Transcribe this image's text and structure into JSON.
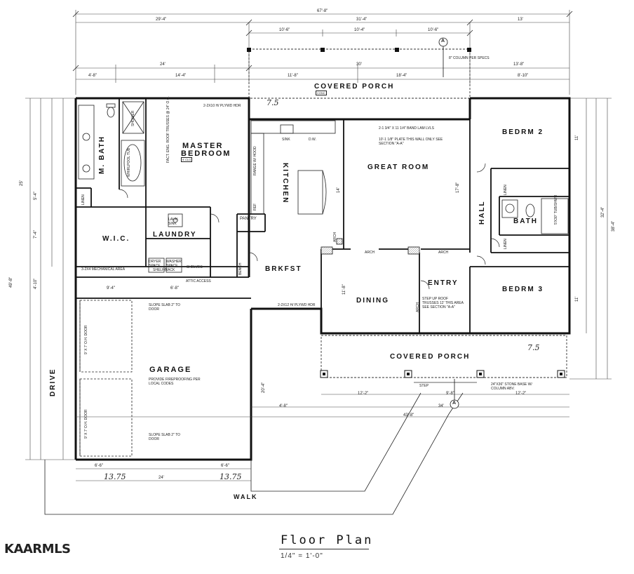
{
  "rooms": {
    "covered_porch_rear": "COVERED PORCH",
    "master_bedroom_1": "MASTER",
    "master_bedroom_2": "BEDROOM",
    "m_bath": "M. BATH",
    "kitchen": "KITCHEN",
    "great_room": "GREAT ROOM",
    "bedrm2": "BEDRM 2",
    "hall": "HALL",
    "bath": "BATH",
    "laundry": "LAUNDRY",
    "wic": "W.I.C.",
    "pantry": "PANTRY",
    "brkfst": "BRKFST",
    "dining": "DINING",
    "entry": "ENTRY",
    "bedrm3": "BEDRM 3",
    "garage": "GARAGE",
    "covered_porch_front": "COVERED PORCH",
    "drive": "DRIVE",
    "walk": "WALK"
  },
  "dimensions": {
    "overall": "67'-8\"",
    "left_top": "29'-4\"",
    "mid_top": "31'-4\"",
    "right_top": "13'",
    "rear_10_6a": "10'-6\"",
    "rear_10_4": "10'-4\"",
    "rear_10_6b": "10'-6\"",
    "d_24": "24'",
    "d_30": "30'",
    "d_13_8": "13'-8\"",
    "d_4_8": "4'-8\"",
    "d_14_4": "14'-4\"",
    "d_11_8": "11'-8\"",
    "d_18_4": "18'-4\"",
    "d_8_10": "8'-10\"",
    "left_49_8": "49'-8\"",
    "right_38_4": "38'-4\"",
    "right_32_4": "32'-4\"",
    "left_25": "25'",
    "bottom_24": "24'",
    "bottom_6_6a": "6'-6\"",
    "bottom_6_6b": "6'-6\"",
    "front_34": "34'",
    "front_43_8": "43'-8\"",
    "front_12_2a": "12'-2\"",
    "front_9_8": "9'-8\"",
    "front_12_2b": "12'-2\"",
    "garage_4_8": "4'-8\"",
    "garage_20_4": "20'-4\"",
    "d_9_4": "9'-4\"",
    "d_6_8": "6'-8\"",
    "d_4_10": "4'-10\"",
    "d_7_4": "7'-4\"",
    "d_5_4": "5'-4\"",
    "d_11_8b": "11'-8\"",
    "d_17_8": "17'-8\"",
    "d_14": "14'",
    "d_11": "11'",
    "d_11b": "11'"
  },
  "notes": {
    "column": "8\" COLUMN PER SPECS",
    "porch_conc": "CONC",
    "band_lam": "2-1 3/4\" X 11 1/4\" BAND LAM LVLS",
    "plate": "10'-1 1/8\" PLATE THIS WALL ONLY SEE SECTION \"A-A\"",
    "hdr_1": "2-2X10 H/ PLYWD HDR",
    "hdr_2": "2-2X12 H/ PLYWD HDR",
    "fact_truss": "FACT. ENG. ROOF TRUSSES @ 24\" O.C.",
    "step_roof": "STEP UP ROOF TRUSSES 12' THIS AREA SEE SECTION \"A-A\"",
    "slope_slab_1": "SLOPE SLAB 2\" TO DOOR",
    "slope_slab_2": "SLOPE SLAB 2\" TO DOOR",
    "fireproof": "PROVIDE FIREPROOFING PER LOCAL CODES",
    "door_1": "9' X 7' O.H. DOOR",
    "door_2": "9' X 7' O.H. DOOR",
    "stone_base": "24\"X36\" STONE BASE W/ COLUMN ABV.",
    "step": "STEP",
    "attic": "ATTIC ACCESS",
    "mech": "3-2X4 MECHANICAL AREA",
    "dryer": "DRYER SPACE",
    "washer": "WASHER SPACE",
    "shelves_1": "SHELVES",
    "shelves_2": "SHELF/RACK",
    "laun_sink": "LAUN. SINK",
    "sink": "SINK",
    "dw": "D.W.",
    "bench": "BENCH",
    "range": "RANGE W/ HOOD",
    "ref": "REF",
    "linen_1": "LINEN",
    "linen_2": "LINEN",
    "linen_3": "LINEN",
    "whirlpool": "WHIRLPOOL TUB",
    "shower": "SHOWER",
    "clg_label": "9' CLG",
    "arch_1": "ARCH",
    "arch_2": "ARCH",
    "arch_3": "ARCH",
    "arch_4": "ARCH",
    "tub_shower": "5'X30\" TUB/SHWR"
  },
  "handwriting": {
    "h1": "7.5",
    "h2": "13.75",
    "h3": "13.75",
    "h4": "7.5"
  },
  "title": "Floor Plan",
  "scale": "1/4\" = 1'-0\"",
  "brand": "KAARMLS",
  "section_marker": "A"
}
